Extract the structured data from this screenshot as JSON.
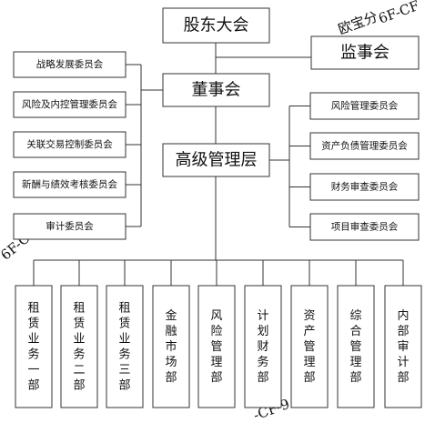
{
  "chart": {
    "top": {
      "label": "股东大会"
    },
    "supervisory": {
      "label": "监事会"
    },
    "board": {
      "label": "董事会"
    },
    "management": {
      "label": "高级管理层"
    },
    "board_committees": [
      {
        "label": "战略发展委员会"
      },
      {
        "label": "风险及内控管理委员会"
      },
      {
        "label": "关联交易控制委员会"
      },
      {
        "label": "新酬与绩效考核委员会"
      },
      {
        "label": "审计委员会"
      }
    ],
    "mgmt_committees": [
      {
        "label": "风险管理委员会"
      },
      {
        "label": "资产负债管理委员会"
      },
      {
        "label": "财务审查委员会"
      },
      {
        "label": "项目审查委员会"
      }
    ],
    "departments": [
      {
        "label": "租赁业务一部"
      },
      {
        "label": "租赁业务二部"
      },
      {
        "label": "租赁业务三部"
      },
      {
        "label": "金融市场部"
      },
      {
        "label": "风险管理部"
      },
      {
        "label": "计划财务部"
      },
      {
        "label": "资产管理部"
      },
      {
        "label": "综合管理部"
      },
      {
        "label": "内部审计部"
      }
    ]
  },
  "watermark": {
    "fragments": [
      "欧宝分",
      "6F-CF",
      "6F-C",
      "-CF-9"
    ]
  }
}
